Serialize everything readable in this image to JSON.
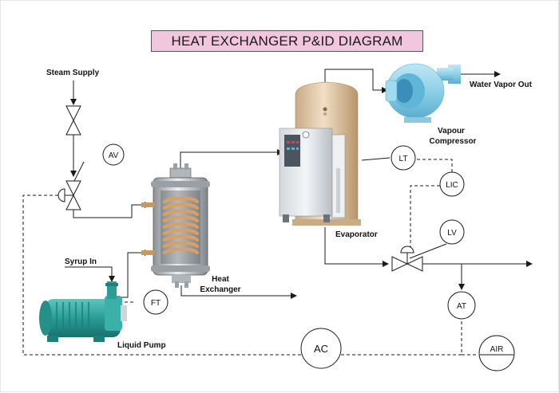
{
  "title": "HEAT EXCHANGER P&ID DIAGRAM",
  "labels": {
    "steam_supply": "Steam Supply",
    "water_vapor_out": "Water Vapor Out",
    "vapour_compressor_line1": "Vapour",
    "vapour_compressor_line2": "Compressor",
    "evaporator": "Evaporator",
    "heat_exchanger_line1": "Heat",
    "heat_exchanger_line2": "Exchanger",
    "syrup_in": "Syrup In",
    "liquid_pump": "Liquid Pump"
  },
  "instruments": {
    "av": "AV",
    "lt": "LT",
    "lic": "LIC",
    "lv": "LV",
    "ft": "FT",
    "at": "AT",
    "ac": "AC",
    "air": "AIR"
  },
  "colors": {
    "title_bg": "#f2c6de",
    "line": "#1a1a1a",
    "pump_body": "#2a9d96",
    "compressor_body": "#8fd0e8",
    "evaporator_tank": "#e8d2b4",
    "coil": "#d9a066"
  }
}
